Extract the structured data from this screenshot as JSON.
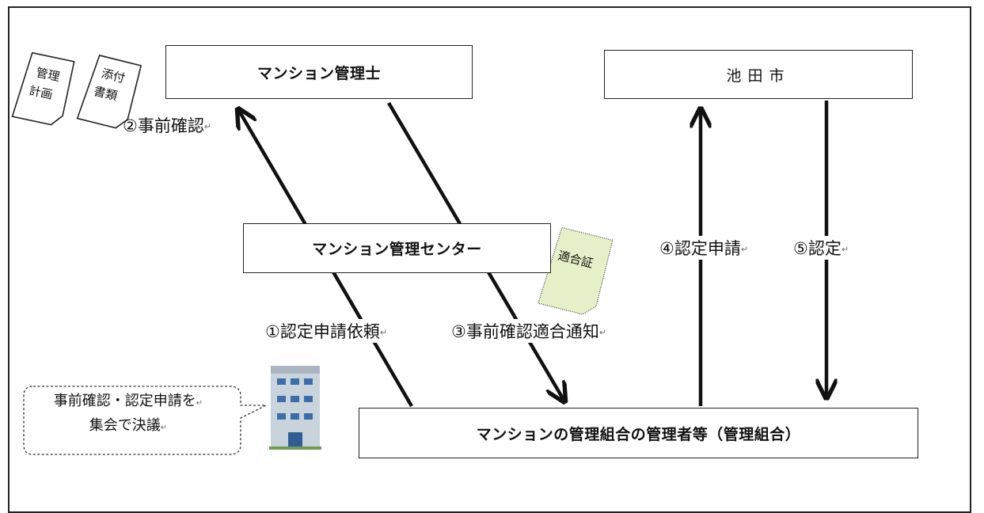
{
  "boxes": {
    "kanrishi": "マンション管理士",
    "ikeda": "池田市",
    "center": "マンション管理センター",
    "kumiai": "マンションの管理組合の管理者等（管理組合）"
  },
  "labels": {
    "jizen_kakunin": "②事前確認",
    "shinsei_irai": "①認定申請依頼",
    "tekigou_tsuuchi": "③事前確認適合通知",
    "nintei_shinsei": "④認定申請",
    "nintei": "⑤認定",
    "return_mark": "↵",
    "small_return_mark": "↵"
  },
  "documents": {
    "kanri_keikaku": [
      "管理",
      "計画"
    ],
    "tempu_shorui": [
      "添付",
      "書類"
    ],
    "tekigou_shou": "適合証"
  },
  "callout": {
    "line1": "事前確認・認定申請を",
    "line2": "集会で決議"
  },
  "colors": {
    "line": "#111111",
    "certificate_fill": "#e6f0c8",
    "building_body": "#c9d3dc",
    "building_window": "#3b6ea8"
  },
  "icons": [
    "document-icon",
    "certificate-icon",
    "building-icon"
  ]
}
